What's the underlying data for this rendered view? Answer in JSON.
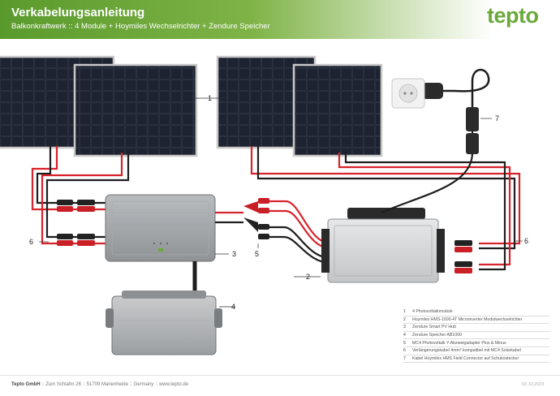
{
  "header": {
    "title": "Verkabelungsanleitung",
    "subtitle": "Balkonkraftwerk :: 4 Module + Hoymiles Wechselrichter + Zendure Speicher",
    "logo": "tepto"
  },
  "callouts": [
    "1",
    "2",
    "3",
    "4",
    "5",
    "6",
    "6",
    "7"
  ],
  "legend": [
    {
      "num": "1",
      "text": "4 Photovoltaikmodule"
    },
    {
      "num": "2",
      "text": "Hoymiles HMS-1600-4T Microinverter Modulwechselrichter"
    },
    {
      "num": "3",
      "text": "Zendure Smart PV Hub"
    },
    {
      "num": "4",
      "text": "Zendure Speicher AB1000"
    },
    {
      "num": "5",
      "text": "MC4 Photovoltaik Y-Abzweigadapter Plus & Minus"
    },
    {
      "num": "6",
      "text": "Verlängerungskabel 4mm² kompatibel mit MC4 Solarkabel"
    },
    {
      "num": "7",
      "text": "Kabel Hoymiles HMS Field Connector auf Schukostecker"
    }
  ],
  "footer": {
    "company": "Tepto GmbH",
    "address": ":: Zum Schlahn 26 :: 51709 Marienheide :: Germany :: www.tepto.de",
    "date": "02.10.2023"
  },
  "colors": {
    "brand_green": "#6aa93a",
    "cable_red": "#d7232b",
    "cable_black": "#1e1e1e"
  }
}
